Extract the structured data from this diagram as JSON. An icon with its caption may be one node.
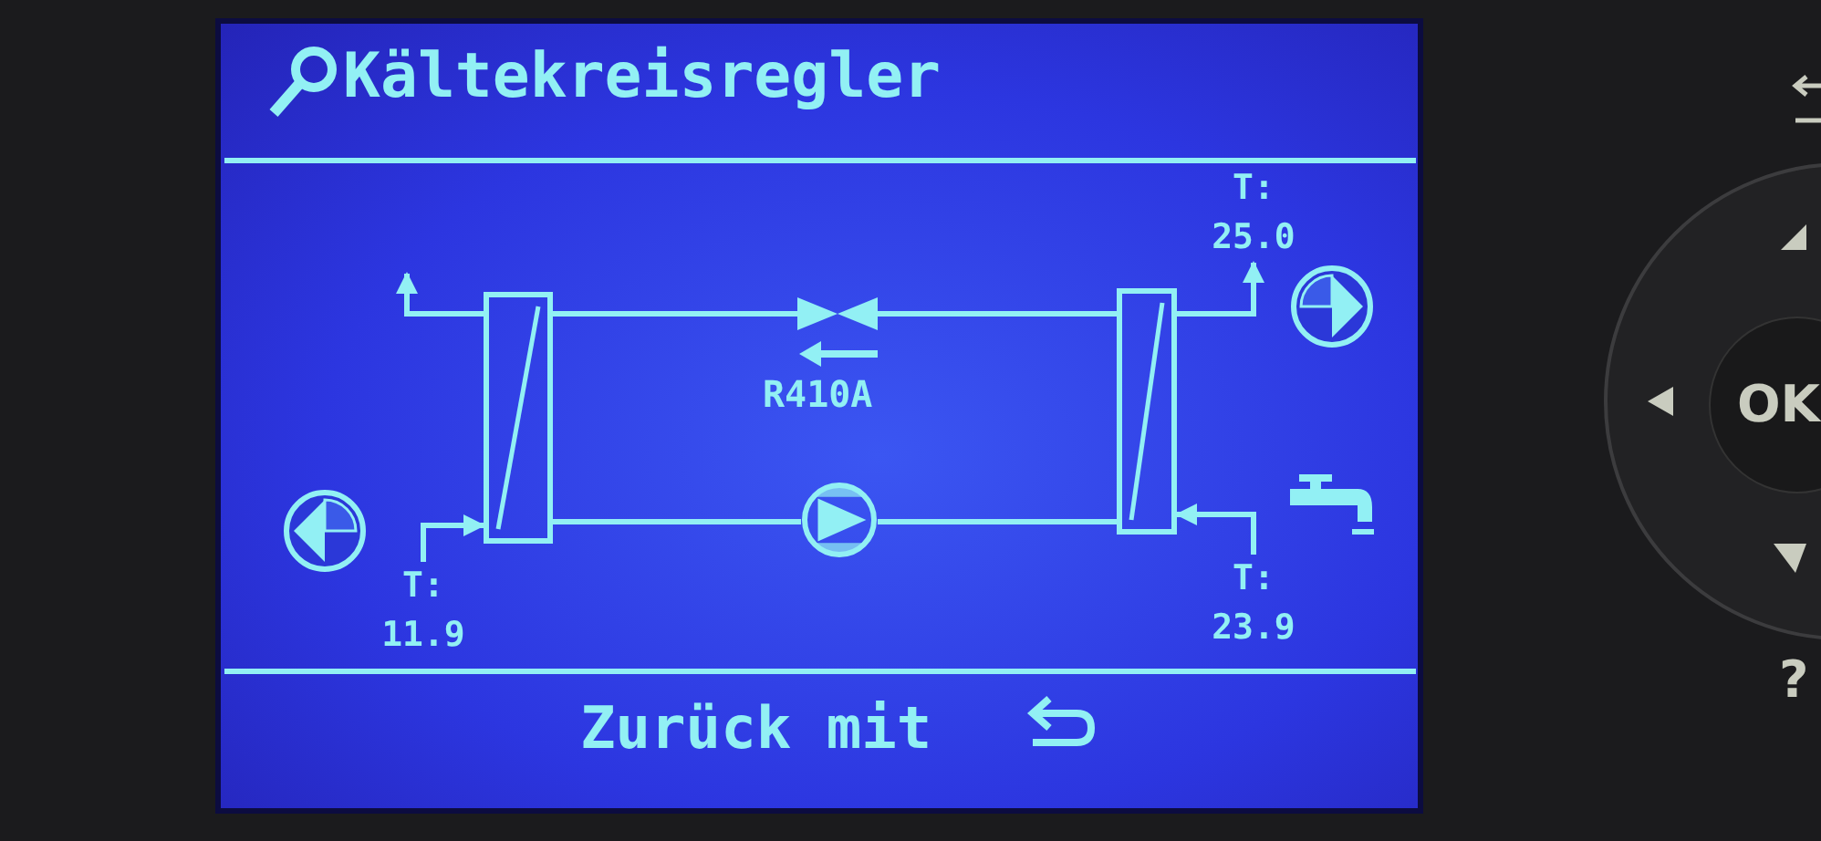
{
  "diagram": {
    "title": "Kältekreisregler",
    "nodes": [
      {
        "text": [],
        "shape": "box"
      },
      {
        "text": [],
        "shape": "valve"
      },
      {
        "text": [],
        "shape": "box"
      },
      {
        "text": [],
        "shape": "circle"
      },
      {
        "text": [
          "T: 11.9"
        ]
      },
      {
        "text": [
          "T: 25.0"
        ]
      },
      {
        "text": [
          "T: 23.9"
        ]
      }
    ],
    "edges": [
      {
        "from": 2,
        "to": 1,
        "arrow": "none"
      },
      {
        "from": 1,
        "to": 0,
        "arrow": "none"
      },
      {
        "from": 0,
        "to": 3,
        "arrow": "none"
      },
      {
        "from": 3,
        "to": 2,
        "arrow": "none"
      },
      {
        "from": 0,
        "to": null,
        "arrow": "to"
      },
      {
        "from": 4,
        "to": 0,
        "arrow": "to"
      },
      {
        "from": 2,
        "to": 5,
        "arrow": "to"
      },
      {
        "from": 6,
        "to": 2,
        "arrow": "to"
      }
    ],
    "labels": [
      "R410A",
      "Zurück mit",
      "OK",
      "?"
    ]
  }
}
